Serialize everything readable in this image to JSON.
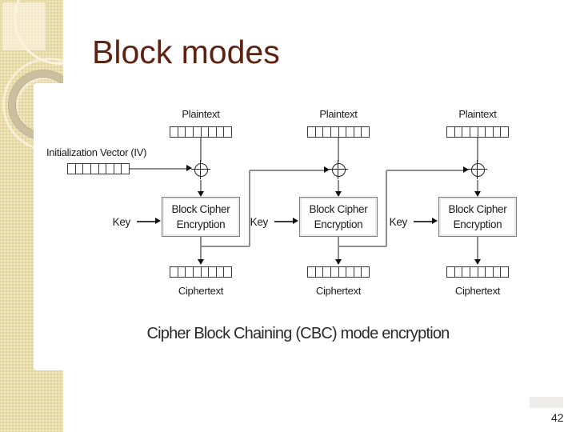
{
  "slide": {
    "title": "Block modes",
    "page_number": "42",
    "colors": {
      "title_text": "#5c2312",
      "sidebar_beige": "#e9dcab",
      "ring_tan": "#cbbf9f",
      "diagram_line": "#8e8e8e",
      "diagram_text": "#1c1c1c"
    }
  },
  "diagram": {
    "caption": "Cipher Block Chaining (CBC) mode encryption",
    "iv_label": "Initialization Vector (IV)",
    "columns": [
      {
        "plaintext_label": "Plaintext",
        "key_label": "Key",
        "box_line1": "Block Cipher",
        "box_line2": "Encryption",
        "ciphertext_label": "Ciphertext"
      },
      {
        "plaintext_label": "Plaintext",
        "key_label": "Key",
        "box_line1": "Block Cipher",
        "box_line2": "Encryption",
        "ciphertext_label": "Ciphertext"
      },
      {
        "plaintext_label": "Plaintext",
        "key_label": "Key",
        "box_line1": "Block Cipher",
        "box_line2": "Encryption",
        "ciphertext_label": "Ciphertext"
      }
    ]
  }
}
